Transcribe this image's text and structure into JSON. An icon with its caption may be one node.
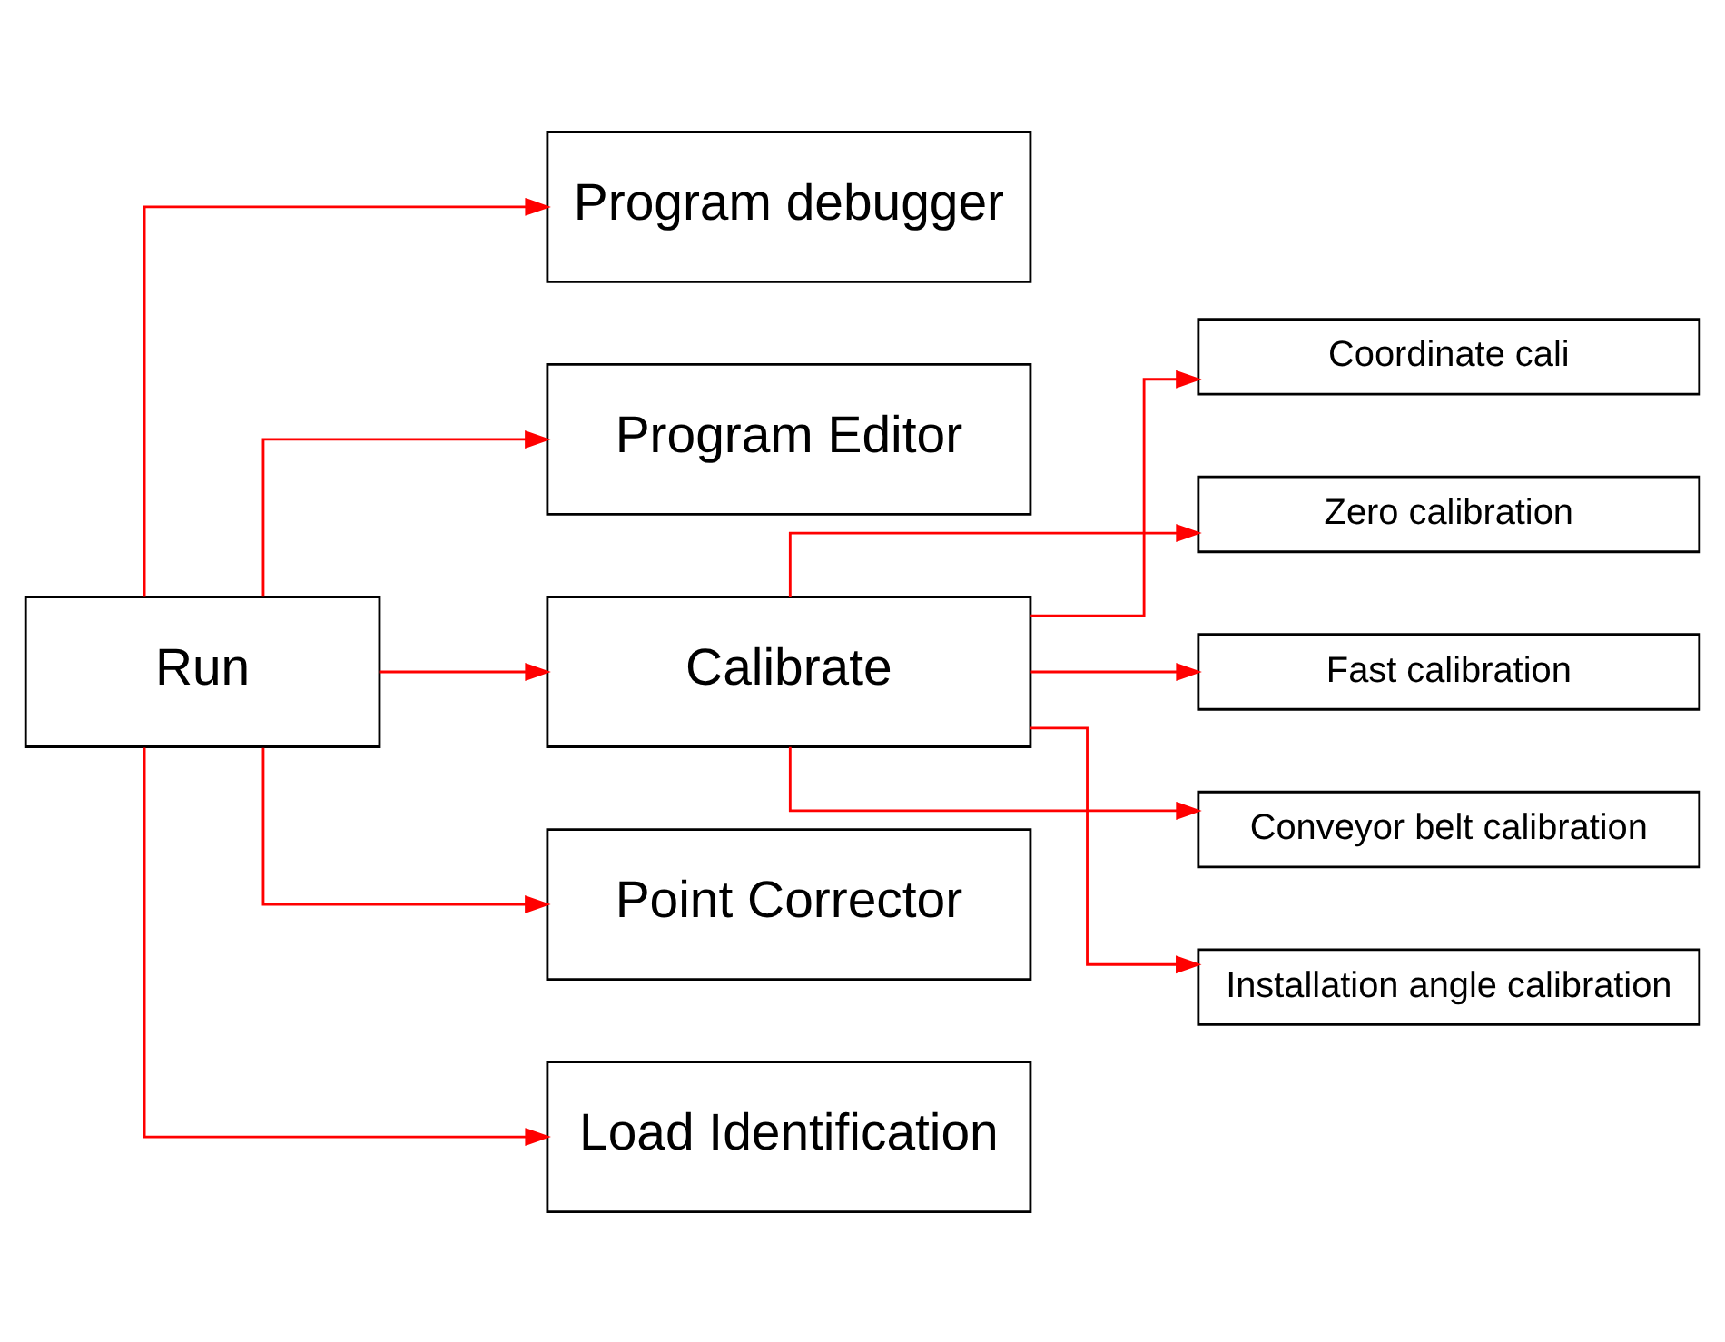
{
  "diagram": {
    "nodes": [
      {
        "text": [
          "Run"
        ]
      },
      {
        "text": [
          "Program debugger"
        ]
      },
      {
        "text": [
          "Program Editor"
        ]
      },
      {
        "text": [
          "Calibrate"
        ]
      },
      {
        "text": [
          "Point Corrector"
        ]
      },
      {
        "text": [
          "Load Identification"
        ]
      },
      {
        "text": [
          "Coordinate cali"
        ]
      },
      {
        "text": [
          "Zero calibration"
        ]
      },
      {
        "text": [
          "Fast calibration"
        ]
      },
      {
        "text": [
          "Conveyor belt calibration"
        ]
      },
      {
        "text": [
          "Installation angle calibration"
        ]
      }
    ],
    "edges": [
      {
        "from": 0,
        "to": 1,
        "arrow": "to"
      },
      {
        "from": 0,
        "to": 2,
        "arrow": "to"
      },
      {
        "from": 0,
        "to": 3,
        "arrow": "to"
      },
      {
        "from": 0,
        "to": 4,
        "arrow": "to"
      },
      {
        "from": 0,
        "to": 5,
        "arrow": "to"
      },
      {
        "from": 3,
        "to": 6,
        "arrow": "to"
      },
      {
        "from": 3,
        "to": 7,
        "arrow": "to"
      },
      {
        "from": 3,
        "to": 8,
        "arrow": "to"
      },
      {
        "from": 3,
        "to": 9,
        "arrow": "to"
      },
      {
        "from": 3,
        "to": 10,
        "arrow": "to"
      }
    ]
  }
}
